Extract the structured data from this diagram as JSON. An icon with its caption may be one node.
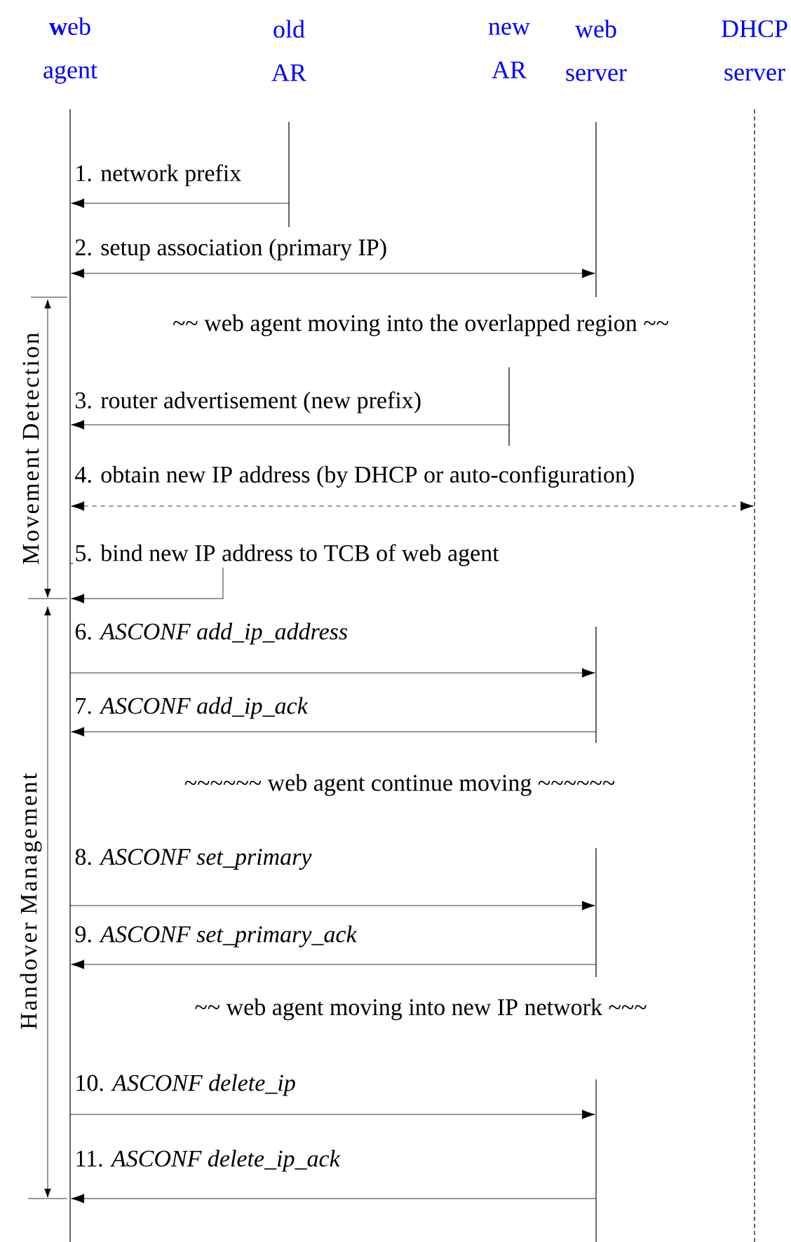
{
  "diagram": {
    "nodes": [
      {
        "text": [],
        "shape": "bar",
        "beside": [
          "**w**eb agent"
        ]
      },
      {
        "text": [],
        "shape": "bar",
        "beside": [
          "old AR"
        ]
      },
      {
        "text": [],
        "shape": "bar"
      },
      {
        "text": [],
        "shape": "bar",
        "beside": [
          "web server"
        ]
      },
      {
        "text": [],
        "shape": "bar",
        "beside": [
          "DHCP server"
        ]
      }
    ],
    "edges": [
      {
        "from": 1,
        "to": 0,
        "arrow": "to",
        "label": "1. network prefix"
      },
      {
        "from": 0,
        "to": 3,
        "arrow": "both",
        "label": "2. setup association (primary IP)"
      },
      {
        "from": 2,
        "to": 0,
        "arrow": "to",
        "label": "3. router advertisement (new prefix)"
      },
      {
        "from": 0,
        "to": 4,
        "arrow": "both",
        "style": "dashed",
        "label": "4. obtain new IP address (by DHCP or auto-configuration)"
      },
      {
        "from": 0,
        "to": 0,
        "arrow": "to",
        "label": "5. bind new IP address to TCB of web agent"
      },
      {
        "from": 0,
        "to": 3,
        "arrow": "to",
        "label": "6. *ASCONF add_ip_address*"
      },
      {
        "from": 3,
        "to": 0,
        "arrow": "to",
        "label": "7. *ASCONF add_ip_ack*"
      },
      {
        "from": 0,
        "to": 3,
        "arrow": "to",
        "label": "8. *ASCONF set_primary*"
      },
      {
        "from": 3,
        "to": 0,
        "arrow": "to",
        "label": "9. *ASCONF set_primary_ack*"
      },
      {
        "from": 0,
        "to": 3,
        "arrow": "to",
        "label": "10. *ASCONF delete_ip*"
      },
      {
        "from": 3,
        "to": 0,
        "arrow": "to",
        "label": "11. *ASCONF delete_ip_ack*"
      }
    ],
    "labels": [
      "new AR",
      "Movement Detection",
      "~~ web agent moving into the overlapped region ~~",
      "Handover Management",
      "~~~~~~ web agent continue moving ~~~~~~",
      "~~ web agent moving into new IP network ~~~"
    ]
  }
}
